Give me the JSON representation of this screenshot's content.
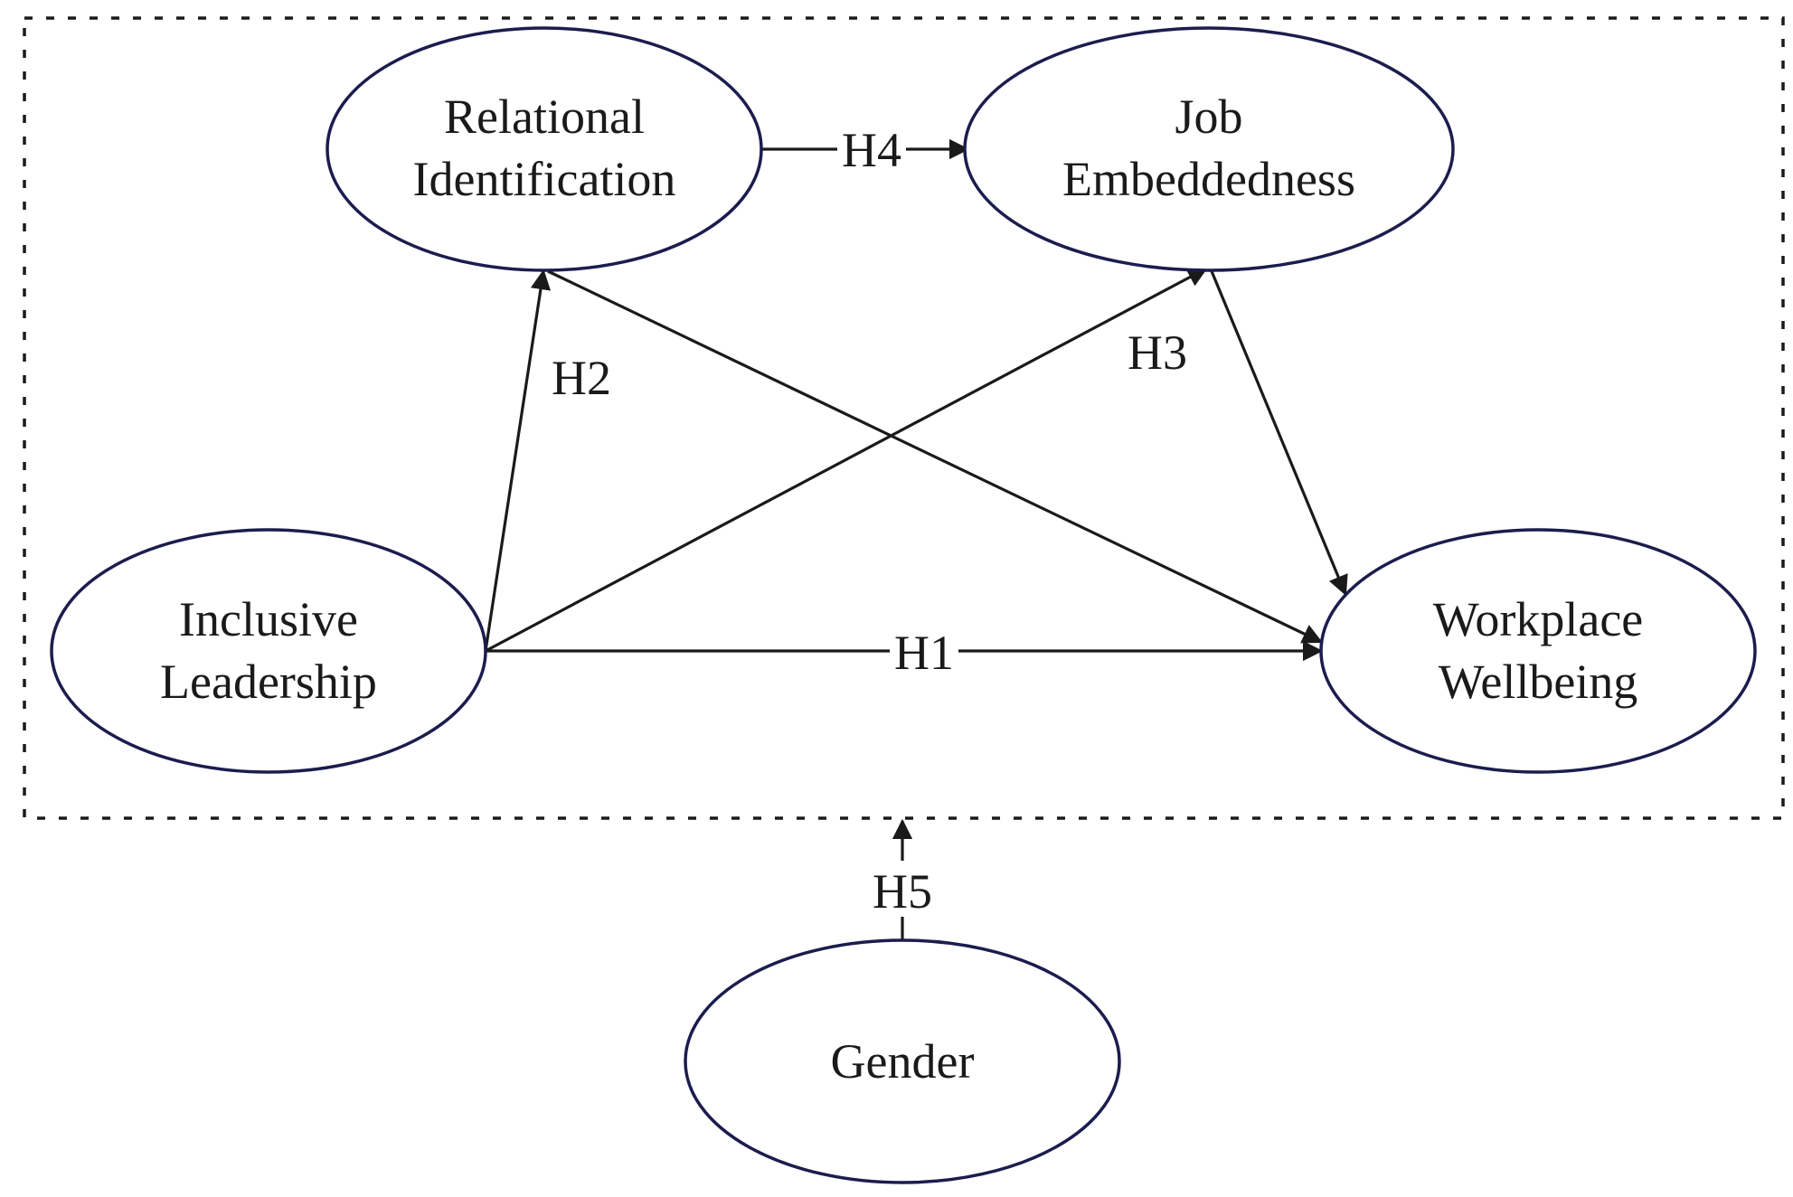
{
  "nodes": {
    "relational_identification": {
      "line1": "Relational",
      "line2": "Identification"
    },
    "job_embeddedness": {
      "line1": "Job",
      "line2": "Embeddedness"
    },
    "inclusive_leadership": {
      "line1": "Inclusive",
      "line2": "Leadership"
    },
    "workplace_wellbeing": {
      "line1": "Workplace",
      "line2": "Wellbeing"
    },
    "gender": {
      "line1": "Gender"
    }
  },
  "edges": {
    "h1": {
      "label": "H1",
      "from": "Inclusive Leadership",
      "to": "Workplace Wellbeing"
    },
    "h2": {
      "label": "H2",
      "from": "Inclusive Leadership",
      "to": "Relational Identification"
    },
    "h3": {
      "label": "H3",
      "from": "Inclusive Leadership",
      "to": "Job Embeddedness"
    },
    "h4": {
      "label": "H4",
      "from": "Relational Identification",
      "to": "Job Embeddedness"
    },
    "h5": {
      "label": "H5",
      "from": "Gender",
      "to": "model boundary"
    },
    "ri_ww": {
      "from": "Relational Identification",
      "to": "Workplace Wellbeing"
    },
    "je_ww": {
      "from": "Job Embeddedness",
      "to": "Workplace Wellbeing"
    }
  }
}
